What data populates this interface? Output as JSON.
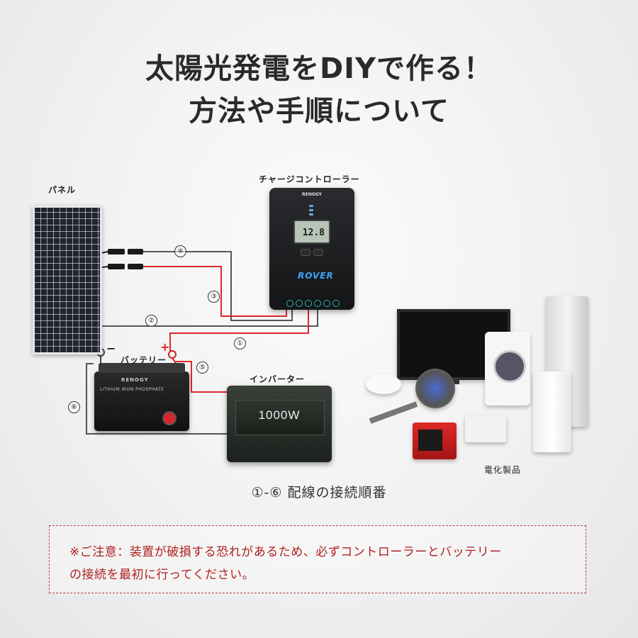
{
  "title": {
    "line1": "太陽光発電をDIYで作る！",
    "line2": "方法や手順について"
  },
  "labels": {
    "panel": "パネル",
    "controller": "チャージコントローラー",
    "battery": "バッテリー",
    "inverter": "インバーター",
    "appliances": "電化製品"
  },
  "controller": {
    "brand": "RENOGY",
    "model": "ROVER",
    "display": "12.8"
  },
  "battery": {
    "brand": "RENOGY",
    "text": "LITHIUM IRON PHOSPHATE",
    "minus": "−",
    "plus": "+"
  },
  "inverter": {
    "wattage": "1000W"
  },
  "wire_numbers": [
    "①",
    "②",
    "③",
    "④",
    "⑤",
    "⑥"
  ],
  "caption": "①-⑥ 配線の接続順番",
  "notice": {
    "line1": "※ご注意：装置が破損する恐れがあるため、必ずコントローラーとバッテリー",
    "line2": "の接続を最初に行ってください。"
  },
  "colors": {
    "positive_wire": "#e02828",
    "negative_wire": "#555555",
    "notice_text": "#b02020"
  }
}
